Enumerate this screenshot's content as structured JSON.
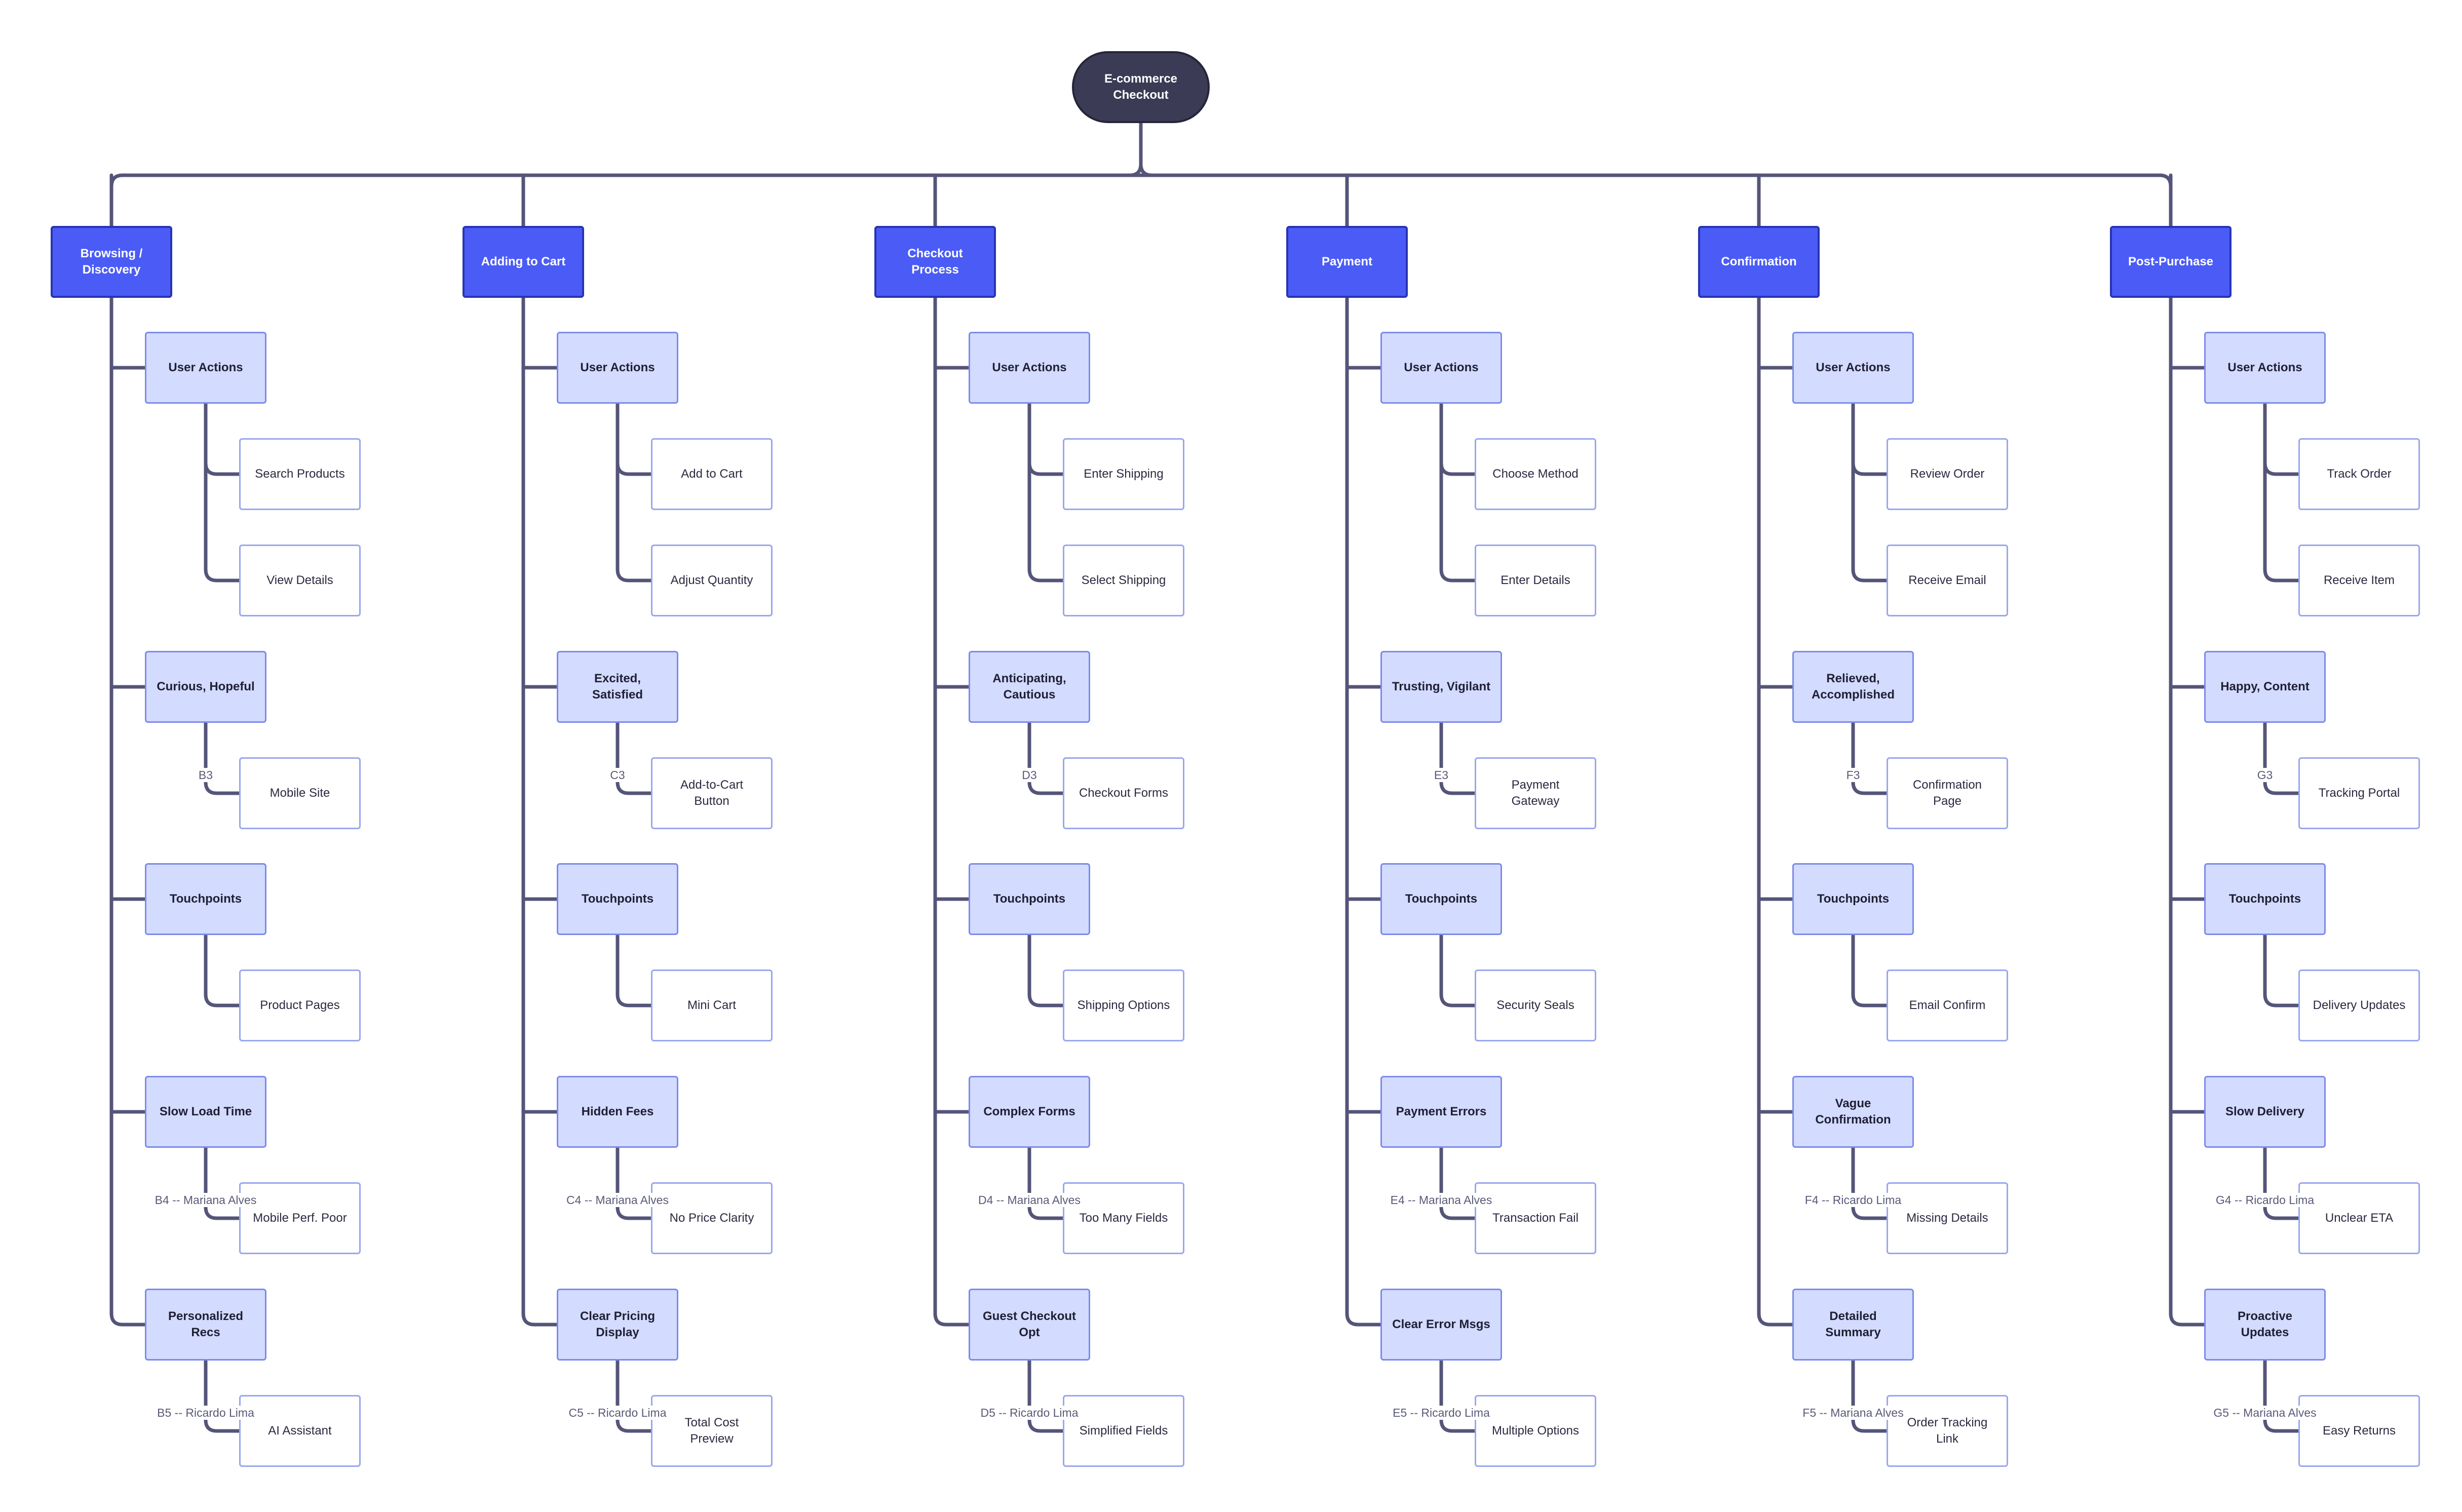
{
  "colors": {
    "root_fill": "#3b3b55",
    "stage_fill": "#4a5cf5",
    "group_fill": "#d3dbff",
    "leaf_fill": "#ffffff",
    "connector": "#55557a"
  },
  "root": {
    "label": "E-commerce\nCheckout"
  },
  "stages": [
    {
      "label": "Browsing /\nDiscovery",
      "groups": [
        {
          "label": "User Actions",
          "children": [
            {
              "label": "Search Products"
            },
            {
              "label": "View Details"
            }
          ]
        },
        {
          "label": "Curious, Hopeful",
          "edge_label": "B3",
          "children": [
            {
              "label": "Mobile Site"
            }
          ]
        },
        {
          "label": "Touchpoints",
          "children": [
            {
              "label": "Product Pages"
            }
          ]
        },
        {
          "label": "Slow Load Time",
          "edge_label": "B4 -- Mariana Alves",
          "children": [
            {
              "label": "Mobile Perf. Poor"
            }
          ]
        },
        {
          "label": "Personalized\nRecs",
          "edge_label": "B5 -- Ricardo Lima",
          "children": [
            {
              "label": "AI Assistant"
            }
          ]
        }
      ]
    },
    {
      "label": "Adding to Cart",
      "groups": [
        {
          "label": "User Actions",
          "children": [
            {
              "label": "Add to Cart"
            },
            {
              "label": "Adjust Quantity"
            }
          ]
        },
        {
          "label": "Excited, Satisfied",
          "edge_label": "C3",
          "children": [
            {
              "label": "Add-to-Cart\nButton"
            }
          ]
        },
        {
          "label": "Touchpoints",
          "children": [
            {
              "label": "Mini Cart"
            }
          ]
        },
        {
          "label": "Hidden Fees",
          "edge_label": "C4 -- Mariana Alves",
          "children": [
            {
              "label": "No Price Clarity"
            }
          ]
        },
        {
          "label": "Clear Pricing\nDisplay",
          "edge_label": "C5 -- Ricardo Lima",
          "children": [
            {
              "label": "Total Cost\nPreview"
            }
          ]
        }
      ]
    },
    {
      "label": "Checkout Process",
      "groups": [
        {
          "label": "User Actions",
          "children": [
            {
              "label": "Enter Shipping"
            },
            {
              "label": "Select Shipping"
            }
          ]
        },
        {
          "label": "Anticipating,\nCautious",
          "edge_label": "D3",
          "children": [
            {
              "label": "Checkout Forms"
            }
          ]
        },
        {
          "label": "Touchpoints",
          "children": [
            {
              "label": "Shipping Options"
            }
          ]
        },
        {
          "label": "Complex Forms",
          "edge_label": "D4 -- Mariana Alves",
          "children": [
            {
              "label": "Too Many Fields"
            }
          ]
        },
        {
          "label": "Guest Checkout\nOpt",
          "edge_label": "D5 -- Ricardo Lima",
          "children": [
            {
              "label": "Simplified Fields"
            }
          ]
        }
      ]
    },
    {
      "label": "Payment",
      "groups": [
        {
          "label": "User Actions",
          "children": [
            {
              "label": "Choose Method"
            },
            {
              "label": "Enter Details"
            }
          ]
        },
        {
          "label": "Trusting, Vigilant",
          "edge_label": "E3",
          "children": [
            {
              "label": "Payment\nGateway"
            }
          ]
        },
        {
          "label": "Touchpoints",
          "children": [
            {
              "label": "Security Seals"
            }
          ]
        },
        {
          "label": "Payment Errors",
          "edge_label": "E4 -- Mariana Alves",
          "children": [
            {
              "label": "Transaction Fail"
            }
          ]
        },
        {
          "label": "Clear Error Msgs",
          "edge_label": "E5 -- Ricardo Lima",
          "children": [
            {
              "label": "Multiple Options"
            }
          ]
        }
      ]
    },
    {
      "label": "Confirmation",
      "groups": [
        {
          "label": "User Actions",
          "children": [
            {
              "label": "Review Order"
            },
            {
              "label": "Receive Email"
            }
          ]
        },
        {
          "label": "Relieved,\nAccomplished",
          "edge_label": "F3",
          "children": [
            {
              "label": "Confirmation\nPage"
            }
          ]
        },
        {
          "label": "Touchpoints",
          "children": [
            {
              "label": "Email Confirm"
            }
          ]
        },
        {
          "label": "Vague\nConfirmation",
          "edge_label": "F4 -- Ricardo Lima",
          "children": [
            {
              "label": "Missing Details"
            }
          ]
        },
        {
          "label": "Detailed\nSummary",
          "edge_label": "F5 -- Mariana Alves",
          "children": [
            {
              "label": "Order Tracking\nLink"
            }
          ]
        }
      ]
    },
    {
      "label": "Post-Purchase",
      "groups": [
        {
          "label": "User Actions",
          "children": [
            {
              "label": "Track Order"
            },
            {
              "label": "Receive Item"
            }
          ]
        },
        {
          "label": "Happy, Content",
          "edge_label": "G3",
          "children": [
            {
              "label": "Tracking Portal"
            }
          ]
        },
        {
          "label": "Touchpoints",
          "children": [
            {
              "label": "Delivery Updates"
            }
          ]
        },
        {
          "label": "Slow Delivery",
          "edge_label": "G4 -- Ricardo Lima",
          "children": [
            {
              "label": "Unclear ETA"
            }
          ]
        },
        {
          "label": "Proactive\nUpdates",
          "edge_label": "G5 -- Mariana Alves",
          "children": [
            {
              "label": "Easy Returns"
            }
          ]
        }
      ]
    }
  ]
}
